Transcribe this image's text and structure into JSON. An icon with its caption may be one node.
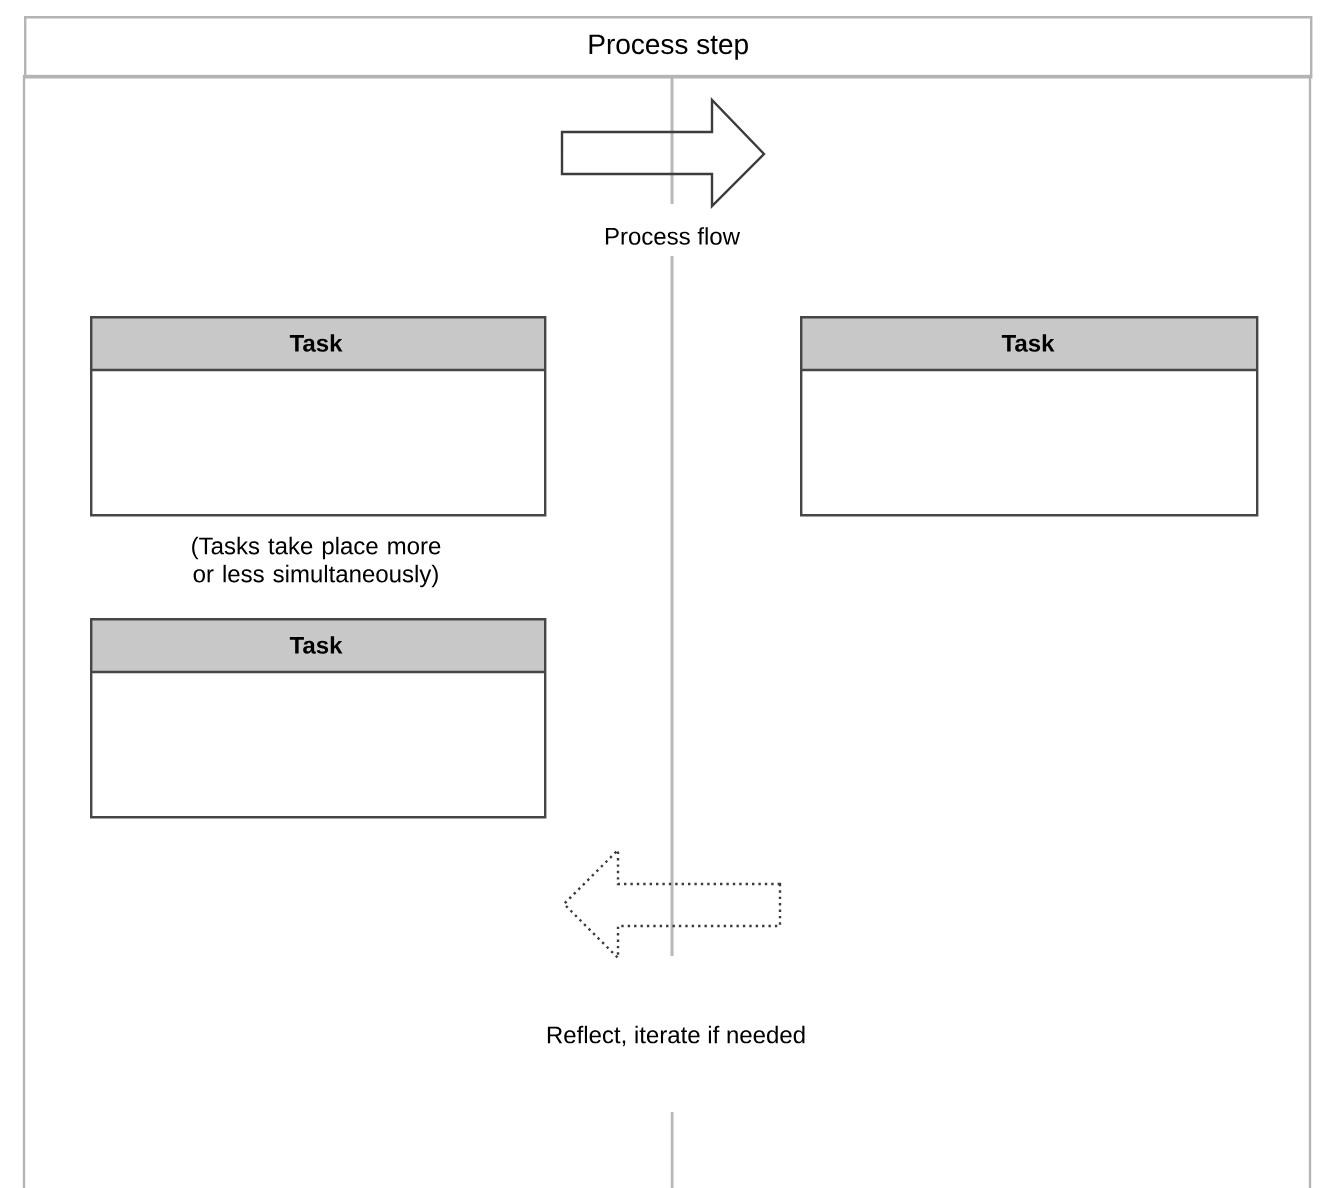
{
  "diagram": {
    "nodes": [
      {
        "text": [
          "Process step"
        ]
      },
      {
        "text": [
          "Task"
        ],
        "in": 0
      },
      {
        "text": [
          "Task"
        ],
        "in": 0
      },
      {
        "text": [
          "Task"
        ],
        "in": 0
      }
    ],
    "labels": [
      "Process flow",
      "(Tasks take place more or less simultaneously)",
      "Reflect, iterate if needed"
    ]
  }
}
